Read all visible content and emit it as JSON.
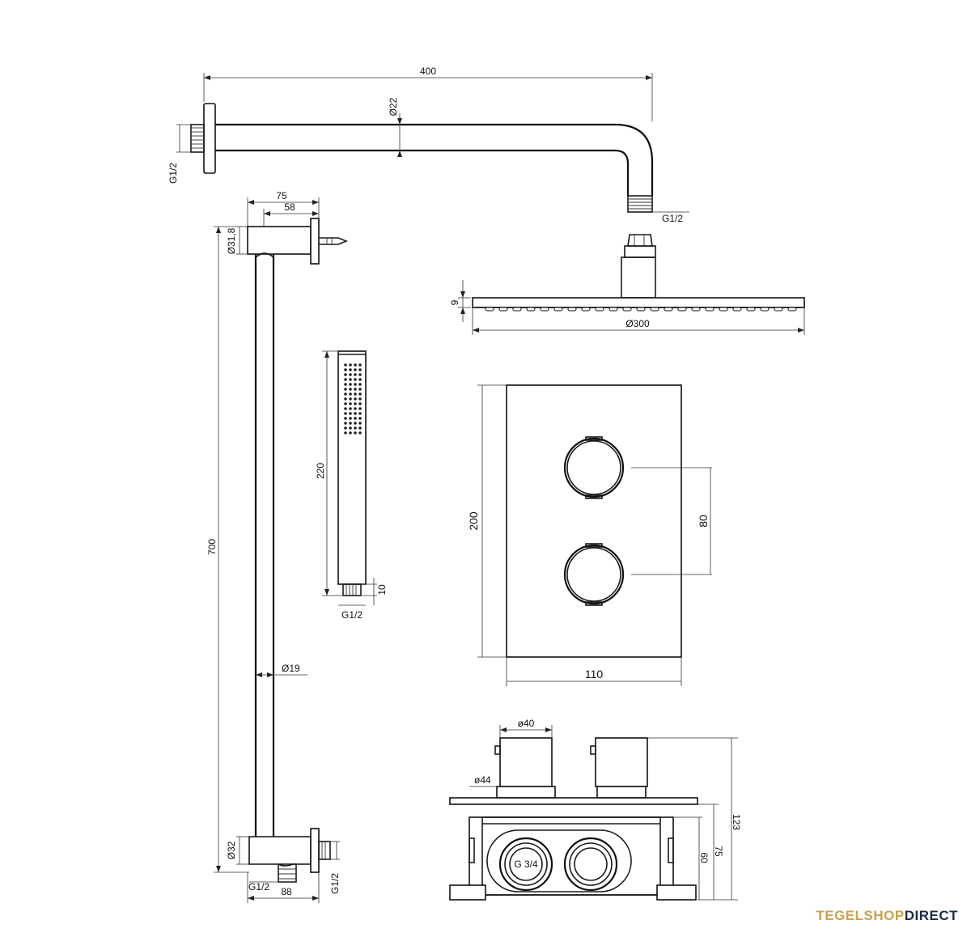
{
  "labels": {
    "arm_length": "400",
    "arm_diameter": "Ø22",
    "arm_wall_thread": "G1/2",
    "arm_end_thread": "G1/2",
    "head_height": "9",
    "head_diameter": "Ø300",
    "rail_bracket_width": "75",
    "rail_bracket_depth": "58",
    "rail_top_diameter": "Ø31,8",
    "rail_length": "700",
    "rail_diameter": "Ø19",
    "rail_bottom_diameter": "Ø32",
    "rail_outlet_thread": "G1/2",
    "rail_inlet_thread": "G1/2",
    "rail_base_width": "88",
    "hand_shower_length": "220",
    "hand_shower_end": "10",
    "hand_shower_thread": "G1/2",
    "plate_height": "200",
    "plate_width": "110",
    "knob_spacing": "80",
    "knob_diameter": "ø40",
    "rosette_diameter": "ø44",
    "box_inlet_thread": "G 3/4",
    "box_total_height": "123",
    "box_height_75": "75",
    "box_height_60": "60"
  },
  "brand": {
    "part1": "TEGELSHOP",
    "part2": "DIRECT",
    "color1": "#c9a44a",
    "color2": "#1d2b4a"
  }
}
